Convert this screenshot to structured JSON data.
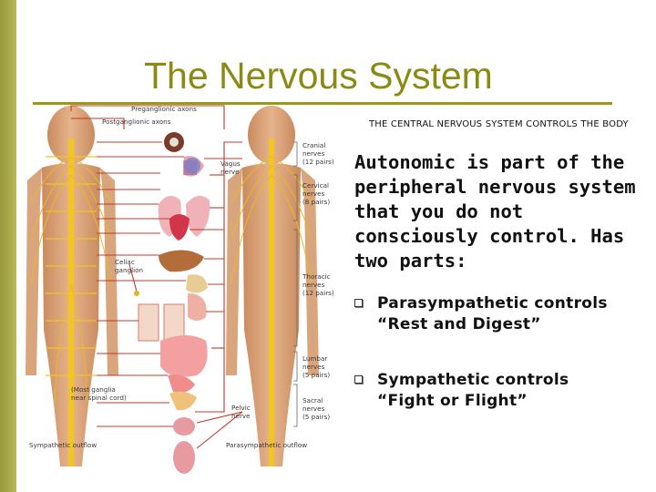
{
  "slide": {
    "title": "The Nervous System",
    "subtitle": "THE CENTRAL NERVOUS SYSTEM CONTROLS THE BODY",
    "body": "Autonomic is part of the peripheral nervous system that you do not consciously control. Has two parts:",
    "bullets": [
      {
        "text_line1": "Parasympathetic controls",
        "text_line2": "“Rest and Digest”"
      },
      {
        "text_line1": "Sympathetic controls",
        "text_line2": "“Fight or Flight”"
      }
    ]
  },
  "figure": {
    "labels": {
      "preganglionic": "Preganglionic axons",
      "postganglionic": "Postganglionic axons",
      "cranial1": "Cranial",
      "cranial2": "nerves",
      "cranial3": "(12 pairs)",
      "vagus1": "Vagus",
      "vagus2": "nerve",
      "cervical1": "Cervical",
      "cervical2": "nerves",
      "cervical3": "(8 pairs)",
      "celiac1": "Celiac",
      "celiac2": "ganglion",
      "thoracic1": "Thoracic",
      "thoracic2": "nerves",
      "thoracic3": "(12 pairs)",
      "lumbar1": "Lumbar",
      "lumbar2": "nerves",
      "lumbar3": "(5 pairs)",
      "sacral1": "Sacral",
      "sacral2": "nerves",
      "sacral3": "(5 pairs)",
      "pelvic1": "Pelvic",
      "pelvic2": "nerve",
      "ganglia1": "(Most ganglia",
      "ganglia2": "near spinal cord)",
      "sympathetic_outflow": "Sympathetic outflow",
      "parasympathetic_outflow": "Parasympathetic outflow"
    }
  }
}
